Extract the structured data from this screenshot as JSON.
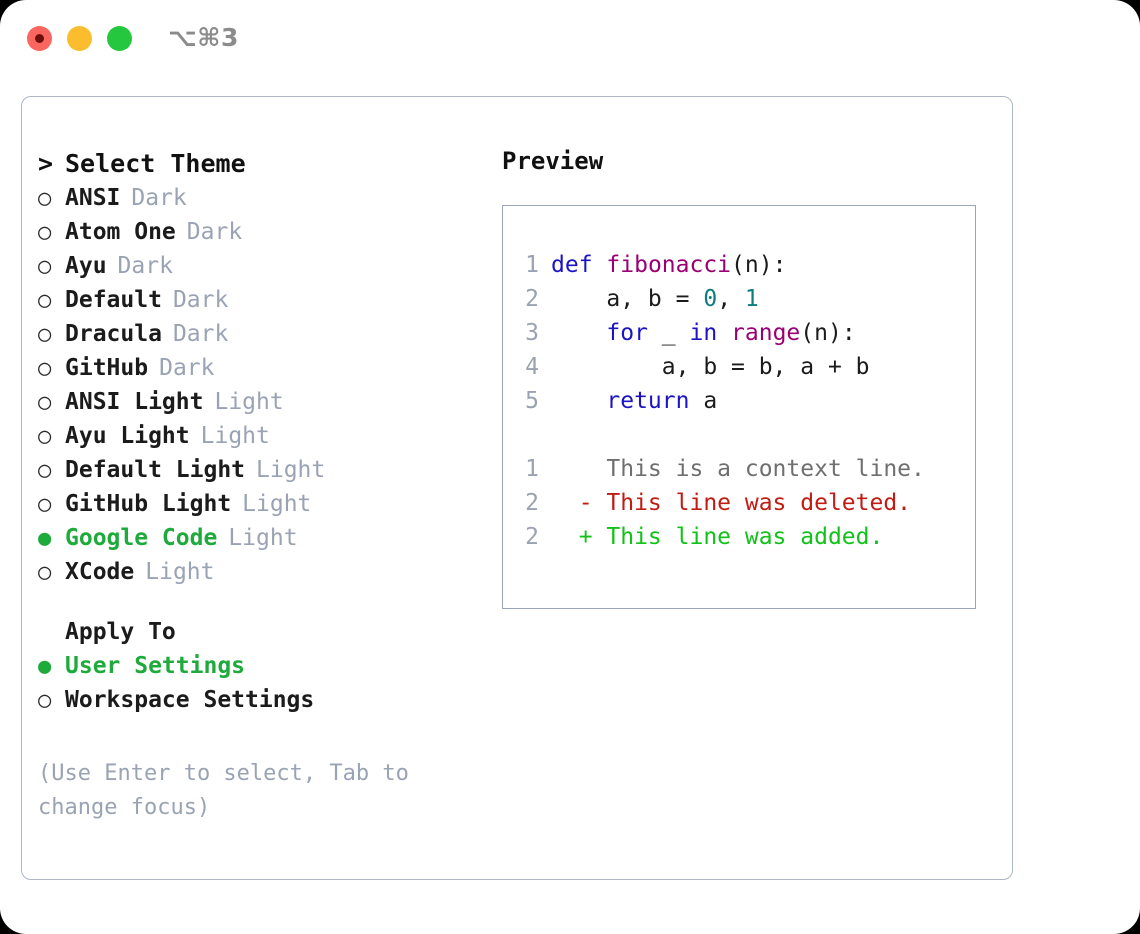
{
  "titlebar": {
    "shortcut": "⌥⌘3",
    "buttons": {
      "close": "close-button",
      "minimize": "minimize-button",
      "maximize": "maximize-button"
    }
  },
  "theme_picker": {
    "caret": ">",
    "header": "Select Theme",
    "bullet_selected": "●",
    "bullet_unselected": "○",
    "selected_color": "#1faa3c",
    "items": [
      {
        "label": "ANSI",
        "tag": "Dark",
        "selected": false
      },
      {
        "label": "Atom One",
        "tag": "Dark",
        "selected": false
      },
      {
        "label": "Ayu",
        "tag": "Dark",
        "selected": false
      },
      {
        "label": "Default",
        "tag": "Dark",
        "selected": false
      },
      {
        "label": "Dracula",
        "tag": "Dark",
        "selected": false
      },
      {
        "label": "GitHub",
        "tag": "Dark",
        "selected": false
      },
      {
        "label": "ANSI Light",
        "tag": "Light",
        "selected": false
      },
      {
        "label": "Ayu Light",
        "tag": "Light",
        "selected": false
      },
      {
        "label": "Default Light",
        "tag": "Light",
        "selected": false
      },
      {
        "label": "GitHub Light",
        "tag": "Light",
        "selected": false
      },
      {
        "label": "Google Code",
        "tag": "Light",
        "selected": true
      },
      {
        "label": "XCode",
        "tag": "Light",
        "selected": false
      }
    ]
  },
  "apply_to": {
    "header": "Apply To",
    "items": [
      {
        "label": "User Settings",
        "selected": true
      },
      {
        "label": "Workspace Settings",
        "selected": false
      }
    ]
  },
  "hint": "(Use Enter to select, Tab to change focus)",
  "preview": {
    "title": "Preview",
    "code_lines": [
      {
        "number": "1",
        "tokens": [
          {
            "t": "def",
            "c": "kw"
          },
          {
            "t": " ",
            "c": "pln"
          },
          {
            "t": "fibonacci",
            "c": "fn"
          },
          {
            "t": "(n):",
            "c": "pln"
          }
        ]
      },
      {
        "number": "2",
        "tokens": [
          {
            "t": "    a, b = ",
            "c": "pln"
          },
          {
            "t": "0",
            "c": "num"
          },
          {
            "t": ", ",
            "c": "pln"
          },
          {
            "t": "1",
            "c": "num"
          }
        ]
      },
      {
        "number": "3",
        "tokens": [
          {
            "t": "    ",
            "c": "pln"
          },
          {
            "t": "for",
            "c": "kw"
          },
          {
            "t": " _ ",
            "c": "pln"
          },
          {
            "t": "in",
            "c": "kw"
          },
          {
            "t": " ",
            "c": "pln"
          },
          {
            "t": "range",
            "c": "fn"
          },
          {
            "t": "(n):",
            "c": "pln"
          }
        ]
      },
      {
        "number": "4",
        "tokens": [
          {
            "t": "        a, b = b, a + b",
            "c": "pln"
          }
        ]
      },
      {
        "number": "5",
        "tokens": [
          {
            "t": "    ",
            "c": "pln"
          },
          {
            "t": "return",
            "c": "kw"
          },
          {
            "t": " a",
            "c": "pln"
          }
        ]
      }
    ],
    "diff_lines": [
      {
        "number": "1",
        "marker": " ",
        "text": "This is a context line.",
        "kind": "ctx"
      },
      {
        "number": "2",
        "marker": "-",
        "text": "This line was deleted.",
        "kind": "del"
      },
      {
        "number": "2",
        "marker": "+",
        "text": "This line was added.",
        "kind": "add"
      }
    ]
  },
  "colors": {
    "accent_green": "#1faa3c",
    "muted_grey": "#9aa3b4",
    "keyword_blue": "#1c14c4",
    "function_purple": "#990073",
    "number_teal": "#0d7d7d",
    "diff_delete_red": "#c01c13",
    "diff_add_green": "#11c219",
    "panel_border": "#aeb7c6",
    "traffic_close": "#f9655f",
    "traffic_minimize": "#fbbd2e",
    "traffic_maximize": "#25c73f"
  }
}
